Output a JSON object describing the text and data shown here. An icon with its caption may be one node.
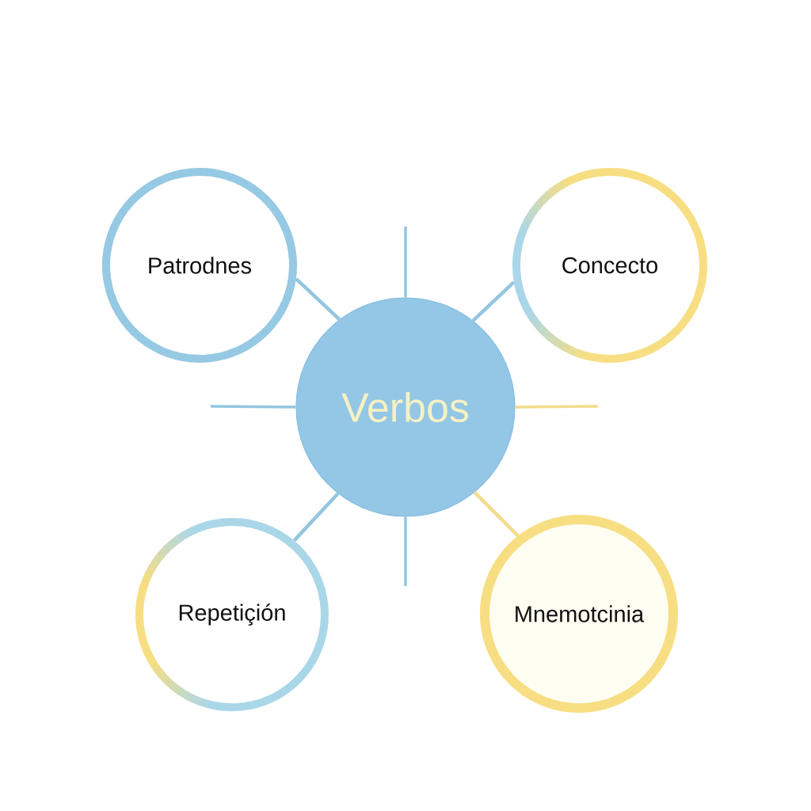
{
  "diagram": {
    "nodes": [
      {
        "text": [
          "Patrodnes"
        ]
      },
      {
        "text": [
          "Concecto"
        ]
      },
      {
        "text": [
          "Verbos"
        ]
      },
      {
        "text": [
          "Repetiçión"
        ]
      },
      {
        "text": [
          "Mnemotcinia"
        ]
      }
    ],
    "edges": [
      {
        "from": 2,
        "to": 0,
        "arrow": "none"
      },
      {
        "from": 2,
        "to": 1,
        "arrow": "none"
      },
      {
        "from": 2,
        "to": 3,
        "arrow": "none"
      },
      {
        "from": 2,
        "to": 4,
        "arrow": "none",
        "color": "#f2dc8c"
      },
      {
        "from": 2,
        "to": null,
        "arrow": "none"
      },
      {
        "from": 2,
        "to": null,
        "arrow": "none"
      },
      {
        "from": 2,
        "to": null,
        "arrow": "none",
        "color": "#f2dc8c"
      },
      {
        "from": 2,
        "to": null,
        "arrow": "none"
      }
    ]
  }
}
